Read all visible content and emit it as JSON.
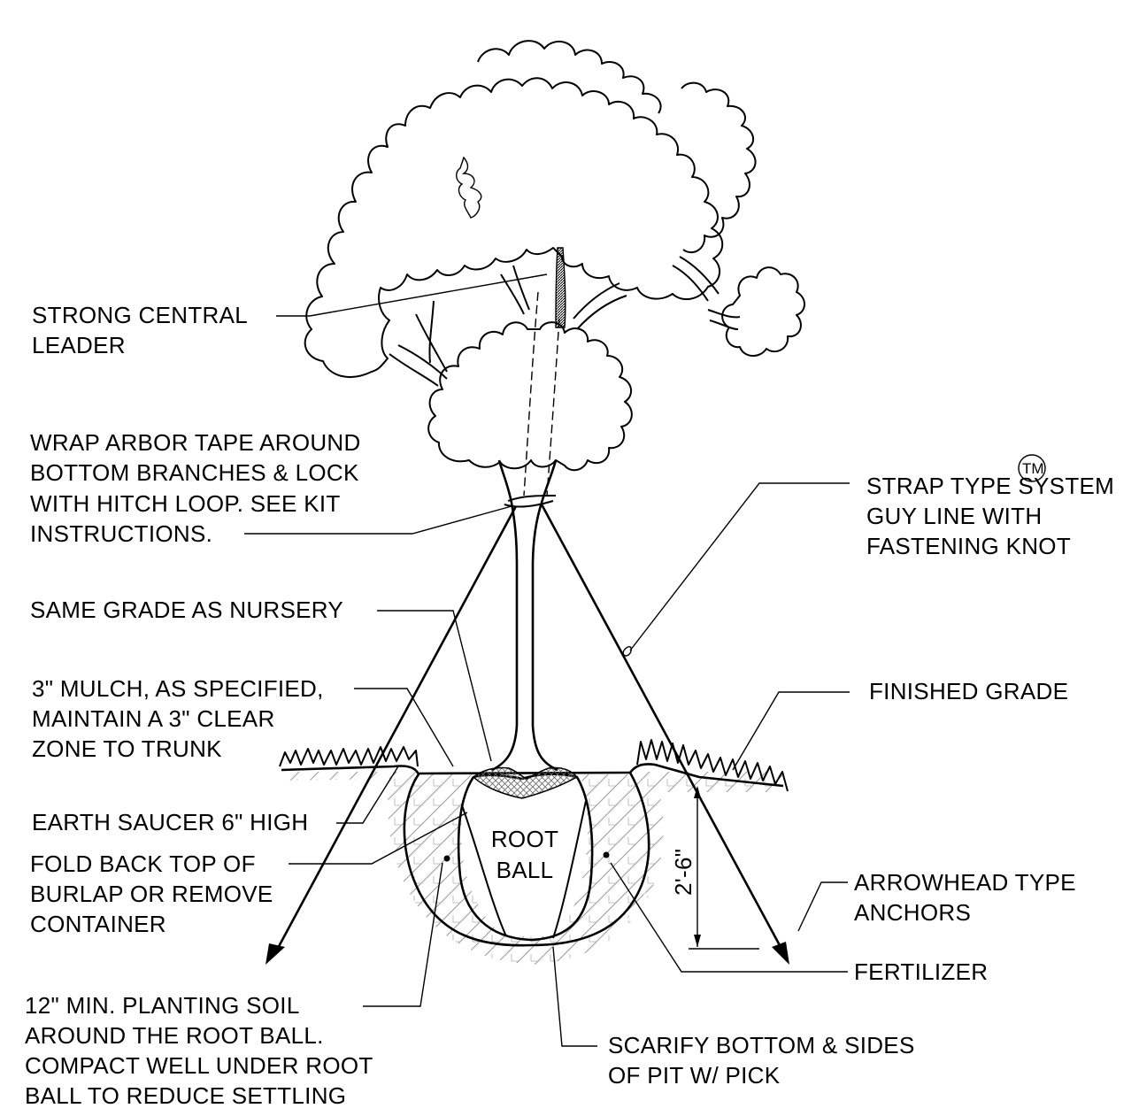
{
  "labels": {
    "central_leader": [
      "STRONG CENTRAL",
      "LEADER"
    ],
    "arbor_tape": [
      "WRAP ARBOR TAPE AROUND",
      "BOTTOM BRANCHES & LOCK",
      "WITH HITCH LOOP. SEE KIT",
      "INSTRUCTIONS."
    ],
    "same_grade": [
      "SAME GRADE AS NURSERY"
    ],
    "mulch": [
      "3\" MULCH, AS SPECIFIED,",
      "MAINTAIN A 3\" CLEAR",
      "ZONE TO TRUNK"
    ],
    "earth_saucer": [
      "EARTH SAUCER 6\" HIGH"
    ],
    "burlap": [
      "FOLD BACK TOP OF",
      "BURLAP OR REMOVE",
      "CONTAINER"
    ],
    "planting_soil": [
      "12\" MIN. PLANTING SOIL",
      "AROUND THE ROOT BALL.",
      "COMPACT WELL UNDER ROOT",
      "BALL TO REDUCE SETTLING"
    ],
    "strap_system": [
      "STRAP TYPE SYSTEM",
      "GUY LINE WITH",
      "FASTENING KNOT"
    ],
    "trademark": "TM",
    "finished_grade": [
      "FINISHED GRADE"
    ],
    "arrowhead_anchors": [
      "ARROWHEAD TYPE",
      "ANCHORS"
    ],
    "fertilizer": [
      "FERTILIZER"
    ],
    "scarify": [
      "SCARIFY BOTTOM & SIDES",
      "OF PIT W/ PICK"
    ],
    "root_ball": [
      "ROOT",
      "BALL"
    ],
    "depth_dimension": "2'-6\""
  }
}
